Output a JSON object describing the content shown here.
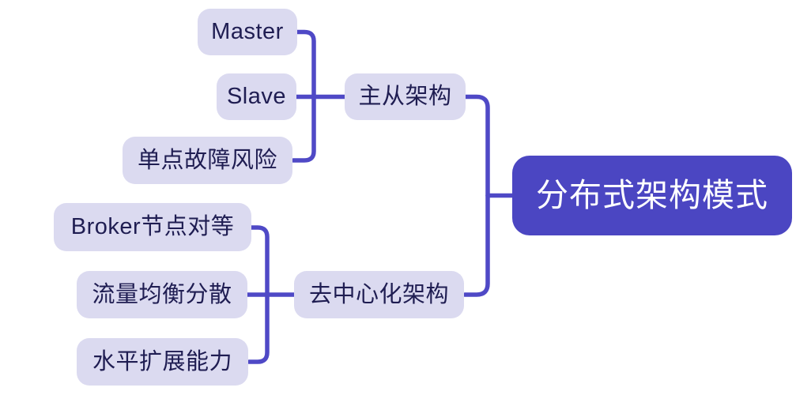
{
  "colors": {
    "root_fill": "#4b46c2",
    "root_text": "#ffffff",
    "node_fill": "#dbdaf0",
    "node_text": "#1f1d52",
    "connector": "#4f49c6",
    "canvas_bg": "#ffffff"
  },
  "mindmap": {
    "root": {
      "label": "分布式架构模式"
    },
    "branches": [
      {
        "label": "主从架构",
        "children": [
          {
            "label": "Master"
          },
          {
            "label": "Slave"
          },
          {
            "label": "单点故障风险"
          }
        ]
      },
      {
        "label": "去中心化架构",
        "children": [
          {
            "label": "Broker节点对等"
          },
          {
            "label": "流量均衡分散"
          },
          {
            "label": "水平扩展能力"
          }
        ]
      }
    ]
  }
}
